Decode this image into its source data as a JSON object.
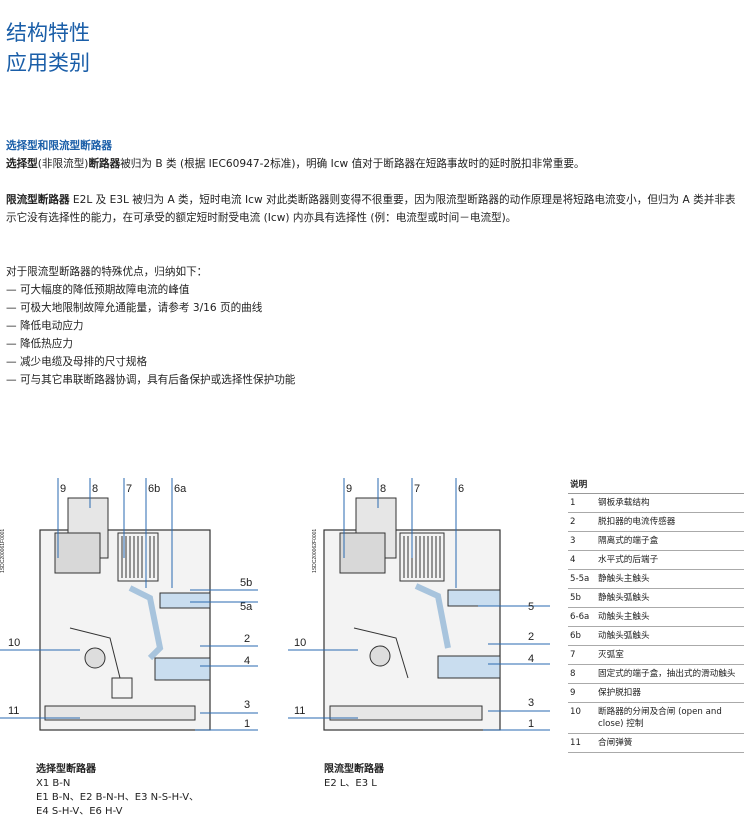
{
  "header": {
    "title_line1": "结构特性",
    "title_line2": "应用类别"
  },
  "intro": {
    "section_heading": "选择型和限流型断路器",
    "para1_bold": "选择型",
    "para1_mid1": "(非限流型)",
    "para1_bold2": "断路器",
    "para1_rest": "被归为 B 类 (根据 IEC60947-2标准)，明确 Icw 值对于断路器在短路事故时的延时脱扣非常重要。",
    "para2_bold": "限流型断路器",
    "para2_rest": " E2L 及 E3L 被归为 A 类，短时电流 Icw 对此类断路器则变得不很重要，因为限流型断路器的动作原理是将短路电流变小，但归为 A 类并非表示它没有选择性的能力，在可承受的额定短时耐受电流 (Icw) 内亦具有选择性 (例：电流型或时间－电流型)。",
    "features_intro": "对于限流型断路器的特殊优点，归纳如下：",
    "features": [
      "可大幅度的降低预期故障电流的峰值",
      "可极大地限制故障允通能量，请参考 3/16 页的曲线",
      "降低电动应力",
      "降低热应力",
      "减少电缆及母排的尺寸规格",
      "可与其它串联断路器协调，具有后备保护或选择性保护功能"
    ]
  },
  "figure_left": {
    "code": "1SDC200061F0001",
    "labels_top": [
      "9",
      "8",
      "7",
      "6b",
      "6a"
    ],
    "labels_right": [
      "5b",
      "5a",
      "2",
      "4",
      "3",
      "1"
    ],
    "labels_left": [
      "10",
      "11"
    ],
    "caption_title": "选择型断路器",
    "caption_lines": [
      "X1 B-N",
      "E1 B-N、E2 B-N-H、E3 N-S-H-V、",
      "E4 S-H-V、E6 H-V"
    ]
  },
  "figure_right": {
    "code": "1SDC200062F0001",
    "labels_top": [
      "9",
      "8",
      "7",
      "6"
    ],
    "labels_right": [
      "5",
      "2",
      "4",
      "3",
      "1"
    ],
    "labels_left": [
      "10",
      "11"
    ],
    "caption_title": "限流型断路器",
    "caption_lines": [
      "E2 L、E3 L"
    ]
  },
  "legend": {
    "heading": "说明",
    "items": [
      {
        "n": "1",
        "text": "钢板承载结构"
      },
      {
        "n": "2",
        "text": "脱扣器的电流传感器"
      },
      {
        "n": "3",
        "text": "隔离式的端子盒"
      },
      {
        "n": "4",
        "text": "水平式的后端子"
      },
      {
        "n": "5-5a",
        "text": "静触头主触头"
      },
      {
        "n": "5b",
        "text": "静触头弧触头"
      },
      {
        "n": "6-6a",
        "text": "动触头主触头"
      },
      {
        "n": "6b",
        "text": "动触头弧触头"
      },
      {
        "n": "7",
        "text": "灭弧室"
      },
      {
        "n": "8",
        "text": "固定式的端子盒，抽出式的滑动触头"
      },
      {
        "n": "9",
        "text": "保护脱扣器"
      },
      {
        "n": "10",
        "text": "断路器的分闸及合闸 (open and close) 控制"
      },
      {
        "n": "11",
        "text": "合闸弹簧"
      }
    ]
  }
}
